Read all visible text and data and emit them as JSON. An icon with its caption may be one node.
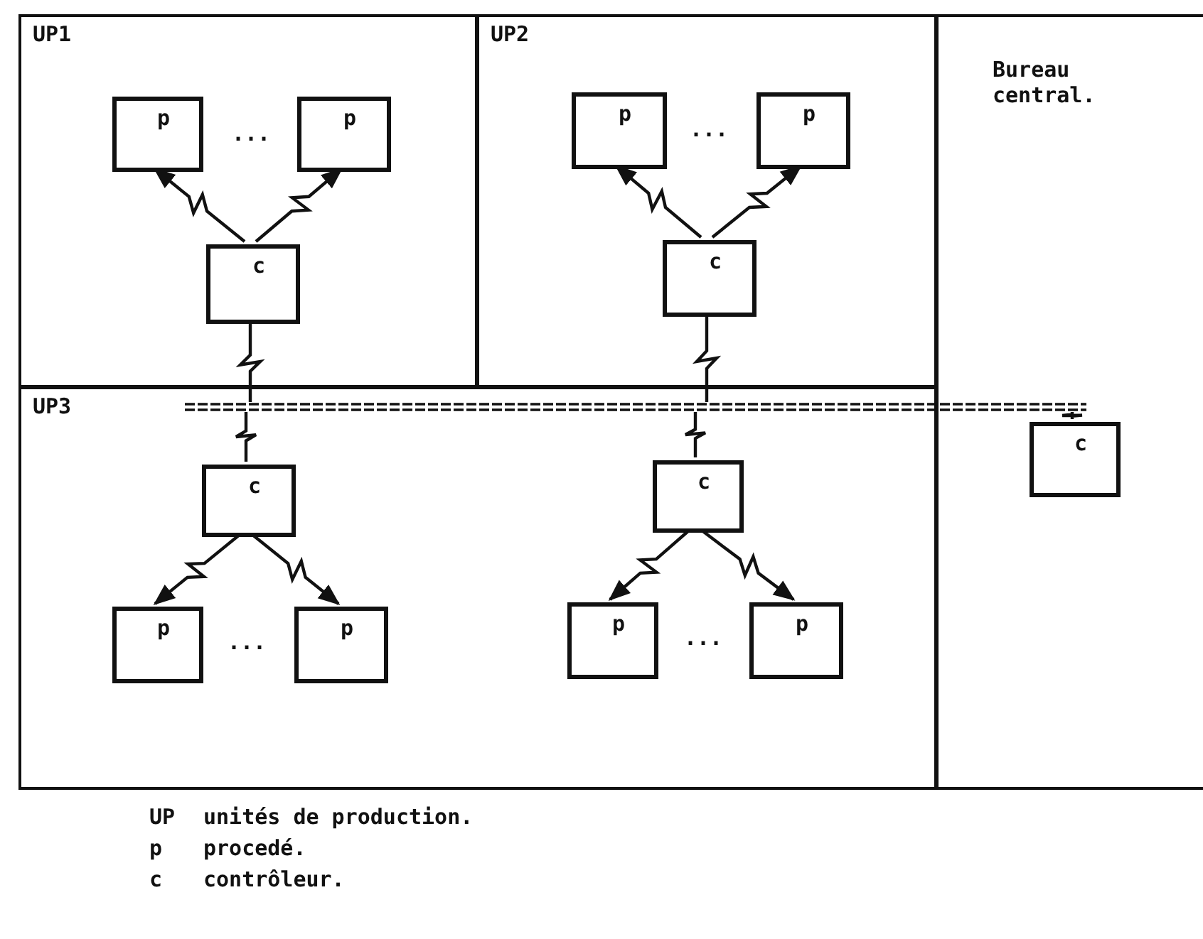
{
  "diagram": {
    "nodes": [
      {
        "text": [
          "UP1"
        ]
      },
      {
        "text": [
          "p"
        ],
        "in": 0
      },
      {
        "text": [
          "p"
        ],
        "in": 0
      },
      {
        "text": [
          "c"
        ],
        "in": 0
      },
      {
        "text": [
          "UP2"
        ]
      },
      {
        "text": [
          "p"
        ],
        "in": 4
      },
      {
        "text": [
          "p"
        ],
        "in": 4
      },
      {
        "text": [
          "c"
        ],
        "in": 4
      },
      {
        "text": [
          "Bureau central."
        ]
      },
      {
        "text": [
          "UP3"
        ]
      },
      {
        "text": [
          "c"
        ],
        "in": 9
      },
      {
        "text": [
          "p"
        ],
        "in": 9
      },
      {
        "text": [
          "p"
        ],
        "in": 9
      },
      {
        "text": [
          "c"
        ],
        "in": 9
      },
      {
        "text": [
          "p"
        ],
        "in": 9
      },
      {
        "text": [
          "p"
        ],
        "in": 9
      },
      {
        "text": [
          "c"
        ],
        "in": 8
      },
      {
        "text": [],
        "shape": "bar"
      }
    ],
    "edges": [
      {
        "from": 3,
        "to": 1,
        "arrow": "to"
      },
      {
        "from": 3,
        "to": 2,
        "arrow": "to"
      },
      {
        "from": 7,
        "to": 5,
        "arrow": "to"
      },
      {
        "from": 7,
        "to": 6,
        "arrow": "to"
      },
      {
        "from": 10,
        "to": 11,
        "arrow": "to"
      },
      {
        "from": 10,
        "to": 12,
        "arrow": "to"
      },
      {
        "from": 13,
        "to": 14,
        "arrow": "to"
      },
      {
        "from": 13,
        "to": 15,
        "arrow": "to"
      },
      {
        "from": 3,
        "to": 17,
        "arrow": "none"
      },
      {
        "from": 7,
        "to": 17,
        "arrow": "none"
      },
      {
        "from": 10,
        "to": 17,
        "arrow": "none"
      },
      {
        "from": 13,
        "to": 17,
        "arrow": "none"
      },
      {
        "from": 16,
        "to": 17,
        "arrow": "none"
      }
    ],
    "labels": [
      "...",
      "...",
      "...",
      "...",
      "UP",
      "unités de production.",
      "p",
      "procedé.",
      "c",
      "contrôleur."
    ]
  }
}
